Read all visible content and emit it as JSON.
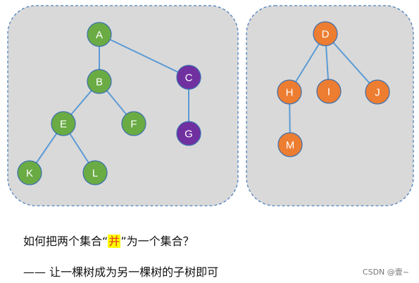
{
  "panels": [
    {
      "id": "left",
      "nodes": [
        {
          "label": "A",
          "color": "#6aab44"
        },
        {
          "label": "B",
          "color": "#6aab44"
        },
        {
          "label": "C",
          "color": "#7030a0"
        },
        {
          "label": "E",
          "color": "#6aab44"
        },
        {
          "label": "F",
          "color": "#6aab44"
        },
        {
          "label": "G",
          "color": "#7030a0"
        },
        {
          "label": "K",
          "color": "#6aab44"
        },
        {
          "label": "L",
          "color": "#6aab44"
        }
      ],
      "edges": [
        [
          "A",
          "B"
        ],
        [
          "A",
          "C"
        ],
        [
          "B",
          "E"
        ],
        [
          "B",
          "F"
        ],
        [
          "C",
          "G"
        ],
        [
          "E",
          "K"
        ],
        [
          "E",
          "L"
        ]
      ]
    },
    {
      "id": "right",
      "nodes": [
        {
          "label": "D",
          "color": "#ed7d31"
        },
        {
          "label": "H",
          "color": "#ed7d31"
        },
        {
          "label": "I",
          "color": "#ed7d31"
        },
        {
          "label": "J",
          "color": "#ed7d31"
        },
        {
          "label": "M",
          "color": "#ed7d31"
        }
      ],
      "edges": [
        [
          "D",
          "H"
        ],
        [
          "D",
          "I"
        ],
        [
          "D",
          "J"
        ],
        [
          "H",
          "M"
        ]
      ]
    }
  ],
  "colors": {
    "panel_fill": "#d9d9d9",
    "panel_border": "#4f81bd",
    "edge": "#5b9bd5",
    "node_stroke": "#3a6fb0",
    "highlight_bg": "#ffff00",
    "highlight_text": "#e03020"
  },
  "question": {
    "before": "如何把两个集合“",
    "highlight": "并",
    "after": "”为一个集合？"
  },
  "answer": "—— 让一棵树成为另一棵树的子树即可",
  "watermark": "CSDN @壹~"
}
